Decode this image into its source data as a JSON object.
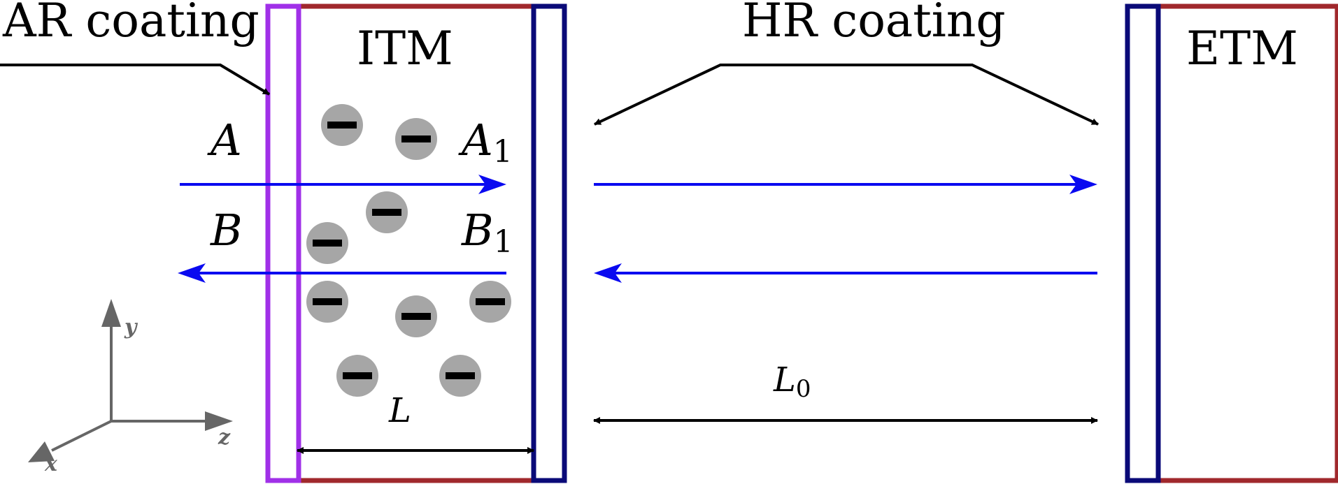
{
  "labels": {
    "ar_coating": "AR coating",
    "hr_coating": "HR coating",
    "itm": "ITM",
    "etm": "ETM"
  },
  "fields": {
    "a": "A",
    "a1_base": "A",
    "a1_sub": "1",
    "b": "B",
    "b1_base": "B",
    "b1_sub": "1"
  },
  "dimensions": {
    "l": "L",
    "l0_base": "L",
    "l0_sub": "0"
  },
  "axes": {
    "x": "x",
    "y": "y",
    "z": "z"
  },
  "colors": {
    "mirror_body": "#A0282C",
    "ar_coating": "#A030E8",
    "hr_coating": "#0A0A78",
    "beam": "#0A0AF0",
    "charge_fill": "#A6A6A6",
    "axis": "#666666"
  }
}
